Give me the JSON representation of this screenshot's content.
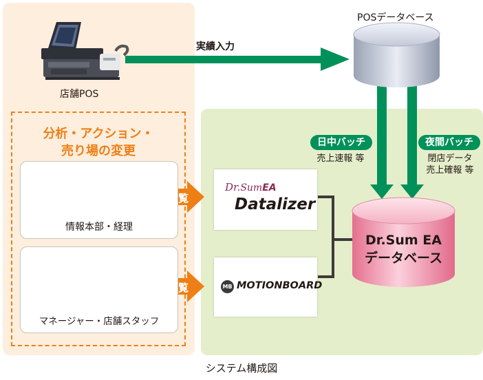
{
  "pos": {
    "title": "POSデータベース",
    "store_label": "店舗POS",
    "input_label": "実績入力"
  },
  "users": {
    "heading_line1": "分析・アクション・",
    "heading_line2": "売り場の変更",
    "hq_label": "情報本部・経理",
    "staff_label": "マネージャー・店舗スタッフ"
  },
  "arrows": {
    "view1": "閲覧",
    "view2": "閲覧"
  },
  "batches": {
    "daytime": {
      "label": "日中バッチ",
      "desc": "売上速報 等"
    },
    "night": {
      "label": "夜間バッチ",
      "desc_line1": "閉店データ",
      "desc_line2": "売上確報 等"
    }
  },
  "products": {
    "datalizer_top_dr": "Dr.",
    "datalizer_top_sum": "Sum",
    "datalizer_top_ea": "EA",
    "datalizer_name": "Datalizer",
    "motionboard_mark": "MB",
    "motionboard_name": "MOTIONBOARD"
  },
  "drsum_db": {
    "line1": "Dr.Sum EA",
    "line2": "データベース"
  },
  "caption": "システム構成図",
  "colors": {
    "orange": "#ee7f16",
    "green": "#00915a",
    "left_bg": "#fdeedd",
    "right_bg": "#e4eecb",
    "db_pink": "#f29ab2"
  }
}
